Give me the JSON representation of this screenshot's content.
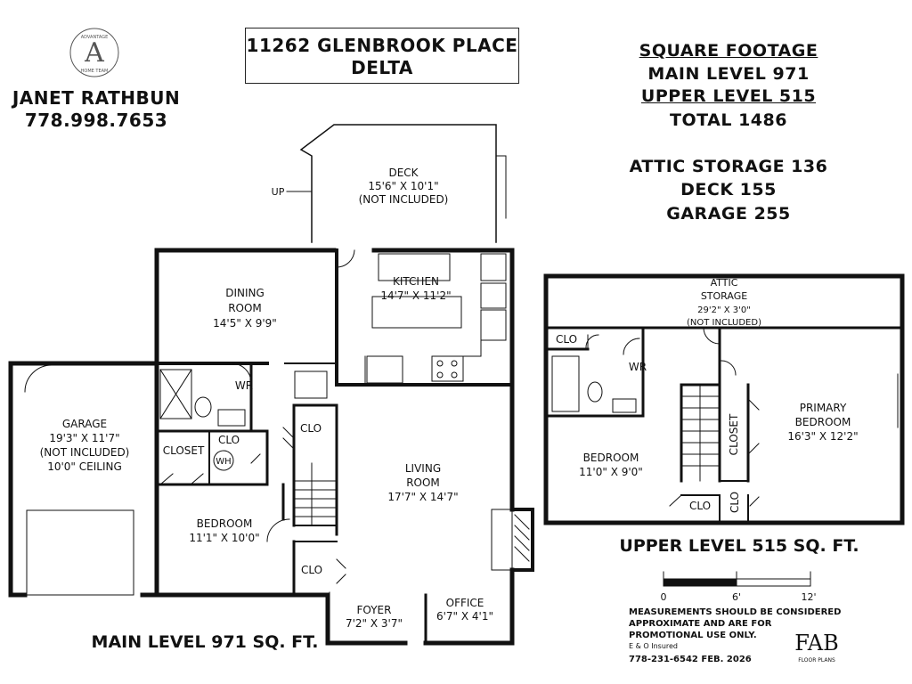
{
  "header": {
    "address_line1": "11262 GLENBROOK PLACE",
    "address_line2": "DELTA",
    "agent_name": "JANET RATHBUN",
    "agent_phone": "778.998.7653",
    "logo_top": "ADVANTAGE",
    "logo_letter": "A",
    "logo_bottom": "HOME TEAM"
  },
  "square_footage": {
    "heading": "SQUARE FOOTAGE",
    "main_level": "MAIN LEVEL 971",
    "upper_level": "UPPER LEVEL 515",
    "total": "TOTAL 1486",
    "attic": "ATTIC STORAGE 136",
    "deck": "DECK 155",
    "garage": "GARAGE 255"
  },
  "main_level": {
    "caption": "MAIN LEVEL 971 SQ. FT.",
    "up_label": "UP",
    "rooms": {
      "deck": [
        "DECK",
        "15'6\" X 10'1\"",
        "(NOT INCLUDED)"
      ],
      "kitchen": [
        "KITCHEN",
        "14'7\" X 11'2\""
      ],
      "dining": [
        "DINING",
        "ROOM",
        "14'5\" X 9'9\""
      ],
      "garage": [
        "GARAGE",
        "19'3\" X 11'7\"",
        "(NOT INCLUDED)",
        "10'0\" CEILING"
      ],
      "wr": "WR",
      "clo1": "CLO",
      "clo2": "CLO",
      "clo3": "CLO",
      "closet": "CLOSET",
      "wh": "WH",
      "living": [
        "LIVING",
        "ROOM",
        "17'7\" X 14'7\""
      ],
      "bedroom": [
        "BEDROOM",
        "11'1\" X 10'0\""
      ],
      "foyer": [
        "FOYER",
        "7'2\" X 3'7\""
      ],
      "office": [
        "OFFICE",
        "6'7\" X 4'1\""
      ]
    }
  },
  "upper_level": {
    "caption": "UPPER LEVEL 515 SQ. FT.",
    "rooms": {
      "attic": [
        "ATTIC",
        "STORAGE",
        "29'2\" X 3'0\"",
        "(NOT INCLUDED)"
      ],
      "clo1": "CLO",
      "wr": "WR",
      "primary": [
        "PRIMARY",
        "BEDROOM",
        "16'3\" X 12'2\""
      ],
      "closet": "CLOSET",
      "bedroom": [
        "BEDROOM",
        "11'0\" X 9'0\""
      ],
      "clo2": "CLO",
      "clo3": "CLO"
    }
  },
  "scale": {
    "labels": [
      "0",
      "6'",
      "12'"
    ]
  },
  "disclaimer": {
    "lines": [
      "MEASUREMENTS SHOULD BE CONSIDERED",
      "APPROXIMATE AND ARE FOR",
      "PROMOTIONAL USE ONLY."
    ],
    "insured": "E & O Insured",
    "contact": "778-231-6542  FEB. 2026",
    "brand": "FAB",
    "brand_sub": "FLOOR PLANS"
  }
}
